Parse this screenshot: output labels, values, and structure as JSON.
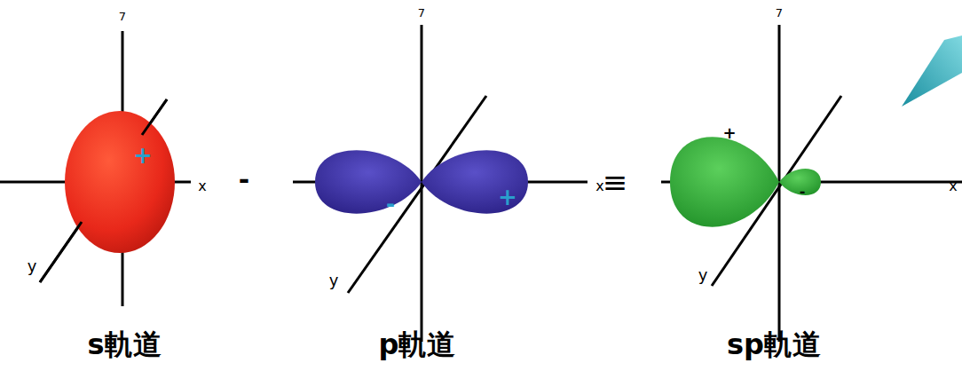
{
  "diagram": {
    "labels": [
      "7",
      "+",
      "x",
      "y",
      "s軌道",
      "-",
      "7",
      "-",
      "+",
      "x",
      "y",
      "p軌道",
      "≡",
      "7",
      "+",
      "-",
      "x",
      "y",
      "sp軌道"
    ]
  }
}
